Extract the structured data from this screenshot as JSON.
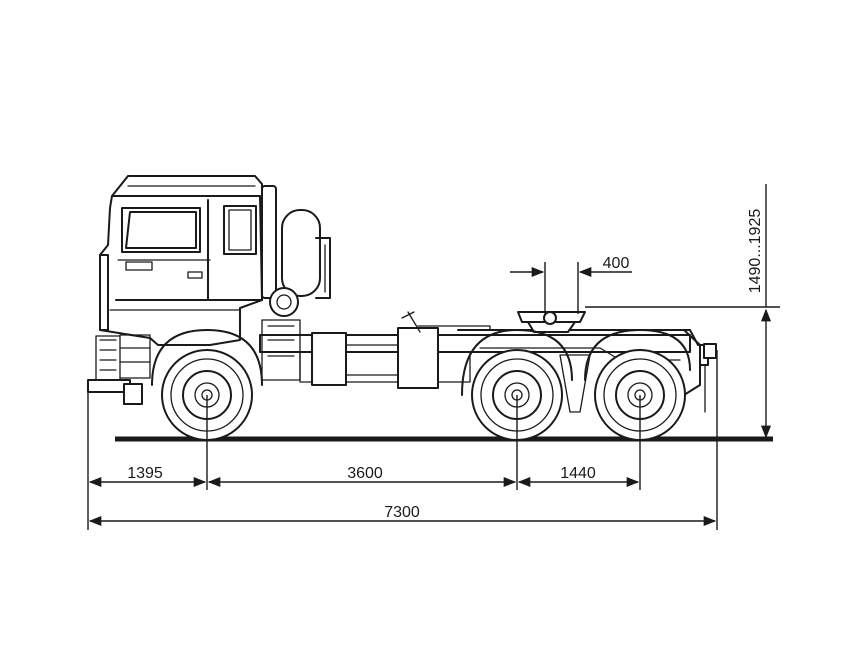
{
  "dimensions": {
    "front_overhang": "1395",
    "wheelbase_front": "3600",
    "wheelbase_rear": "1440",
    "overall_length": "7300",
    "fifth_wheel_offset": "400",
    "fifth_wheel_height": "1490...1925"
  }
}
